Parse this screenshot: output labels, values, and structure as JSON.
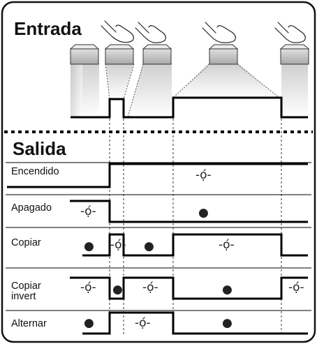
{
  "input_section": {
    "title": "Entrada"
  },
  "output_section": {
    "title": "Salida",
    "rows": [
      {
        "id": "on",
        "label": "Encendido"
      },
      {
        "id": "off",
        "label": "Apagado"
      },
      {
        "id": "copy",
        "label": "Copiar"
      },
      {
        "id": "copy-invert",
        "label": "Copiar\ninvert"
      },
      {
        "id": "toggle",
        "label": "Alternar"
      }
    ]
  },
  "symbols": {
    "light_on": "-ọ́-",
    "light_off": "●"
  },
  "colors": {
    "line": "#000000",
    "frame": "#111111",
    "button_top": "#c8c8c8",
    "beam": "#d8d8d8"
  }
}
